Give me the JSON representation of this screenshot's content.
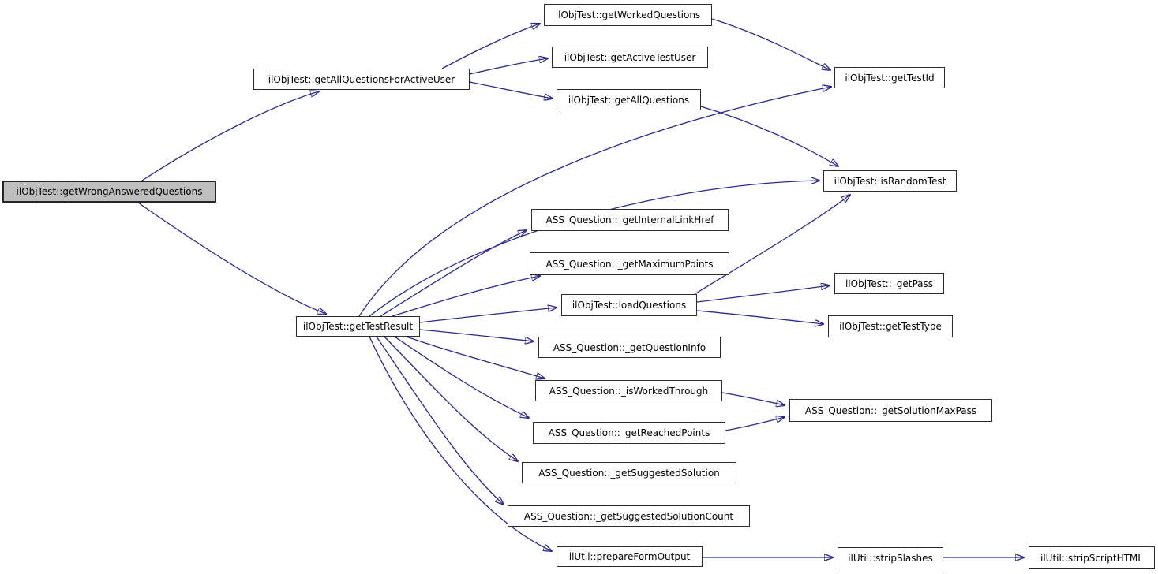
{
  "diagram": {
    "type": "call-graph",
    "description": "Function call graph for ilObjTest::getWrongAnsweredQuestions"
  },
  "colors": {
    "background": "#ffffff",
    "edge": "#28288f",
    "node_border": "#2b2b2b",
    "node_fill": "#ffffff",
    "highlight_node_fill": "#bfbfbf",
    "text": "#000000"
  },
  "nodes": [
    {
      "id": "getWrongAnsweredQuestions",
      "label": "ilObjTest::getWrongAnsweredQuestions"
    },
    {
      "id": "getAllQuestionsForActiveUser",
      "label": "ilObjTest::getAllQuestionsForActiveUser"
    },
    {
      "id": "getWorkedQuestions",
      "label": "ilObjTest::getWorkedQuestions"
    },
    {
      "id": "getActiveTestUser",
      "label": "ilObjTest::getActiveTestUser"
    },
    {
      "id": "getAllQuestions",
      "label": "ilObjTest::getAllQuestions"
    },
    {
      "id": "getTestId",
      "label": "ilObjTest::getTestId"
    },
    {
      "id": "isRandomTest",
      "label": "ilObjTest::isRandomTest"
    },
    {
      "id": "getTestResult",
      "label": "ilObjTest::getTestResult"
    },
    {
      "id": "getInternalLinkHref",
      "label": "ASS_Question::_getInternalLinkHref"
    },
    {
      "id": "getMaximumPoints",
      "label": "ASS_Question::_getMaximumPoints"
    },
    {
      "id": "loadQuestions",
      "label": "ilObjTest::loadQuestions"
    },
    {
      "id": "getPass",
      "label": "ilObjTest::_getPass"
    },
    {
      "id": "getTestType",
      "label": "ilObjTest::getTestType"
    },
    {
      "id": "getQuestionInfo",
      "label": "ASS_Question::_getQuestionInfo"
    },
    {
      "id": "isWorkedThrough",
      "label": "ASS_Question::_isWorkedThrough"
    },
    {
      "id": "getReachedPoints",
      "label": "ASS_Question::_getReachedPoints"
    },
    {
      "id": "getSolutionMaxPass",
      "label": "ASS_Question::_getSolutionMaxPass"
    },
    {
      "id": "getSuggestedSolution",
      "label": "ASS_Question::_getSuggestedSolution"
    },
    {
      "id": "getSuggestedSolutionCount",
      "label": "ASS_Question::_getSuggestedSolutionCount"
    },
    {
      "id": "prepareFormOutput",
      "label": "ilUtil::prepareFormOutput"
    },
    {
      "id": "stripSlashes",
      "label": "ilUtil::stripSlashes"
    },
    {
      "id": "stripScriptHTML",
      "label": "ilUtil::stripScriptHTML"
    }
  ],
  "edges": [
    {
      "from": "getWrongAnsweredQuestions",
      "to": "getAllQuestionsForActiveUser"
    },
    {
      "from": "getWrongAnsweredQuestions",
      "to": "getTestResult"
    },
    {
      "from": "getAllQuestionsForActiveUser",
      "to": "getWorkedQuestions"
    },
    {
      "from": "getAllQuestionsForActiveUser",
      "to": "getActiveTestUser"
    },
    {
      "from": "getAllQuestionsForActiveUser",
      "to": "getAllQuestions"
    },
    {
      "from": "getWorkedQuestions",
      "to": "getTestId"
    },
    {
      "from": "getAllQuestions",
      "to": "isRandomTest"
    },
    {
      "from": "getTestResult",
      "to": "getTestId"
    },
    {
      "from": "getTestResult",
      "to": "isRandomTest"
    },
    {
      "from": "getTestResult",
      "to": "getInternalLinkHref"
    },
    {
      "from": "getTestResult",
      "to": "getMaximumPoints"
    },
    {
      "from": "getTestResult",
      "to": "loadQuestions"
    },
    {
      "from": "getTestResult",
      "to": "getQuestionInfo"
    },
    {
      "from": "getTestResult",
      "to": "isWorkedThrough"
    },
    {
      "from": "getTestResult",
      "to": "getReachedPoints"
    },
    {
      "from": "getTestResult",
      "to": "getSuggestedSolution"
    },
    {
      "from": "getTestResult",
      "to": "getSuggestedSolutionCount"
    },
    {
      "from": "getTestResult",
      "to": "prepareFormOutput"
    },
    {
      "from": "loadQuestions",
      "to": "isRandomTest"
    },
    {
      "from": "loadQuestions",
      "to": "getPass"
    },
    {
      "from": "loadQuestions",
      "to": "getTestType"
    },
    {
      "from": "isWorkedThrough",
      "to": "getSolutionMaxPass"
    },
    {
      "from": "getReachedPoints",
      "to": "getSolutionMaxPass"
    },
    {
      "from": "prepareFormOutput",
      "to": "stripSlashes"
    },
    {
      "from": "stripSlashes",
      "to": "stripScriptHTML"
    }
  ]
}
